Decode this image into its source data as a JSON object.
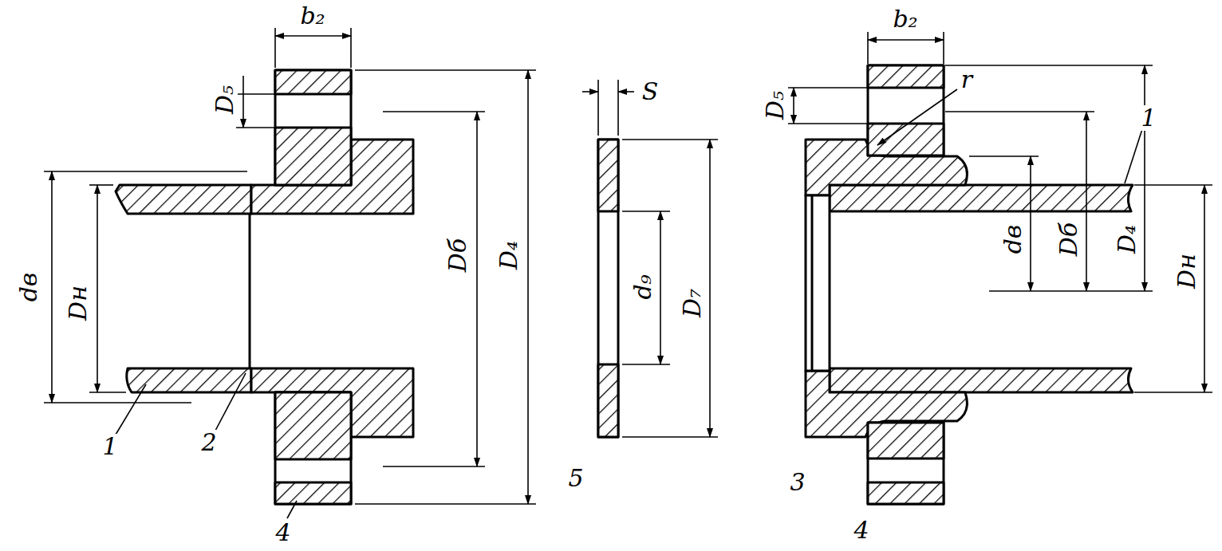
{
  "diagram": {
    "labels": [
      "b₂",
      "D₅",
      "dв",
      "Dн",
      "Dб",
      "D₄",
      "1",
      "2",
      "4",
      "S",
      "d₉",
      "D₇",
      "5",
      "b₂",
      "D₅",
      "r",
      "1",
      "dв",
      "Dб",
      "D₄",
      "Dн",
      "3",
      "4"
    ]
  }
}
